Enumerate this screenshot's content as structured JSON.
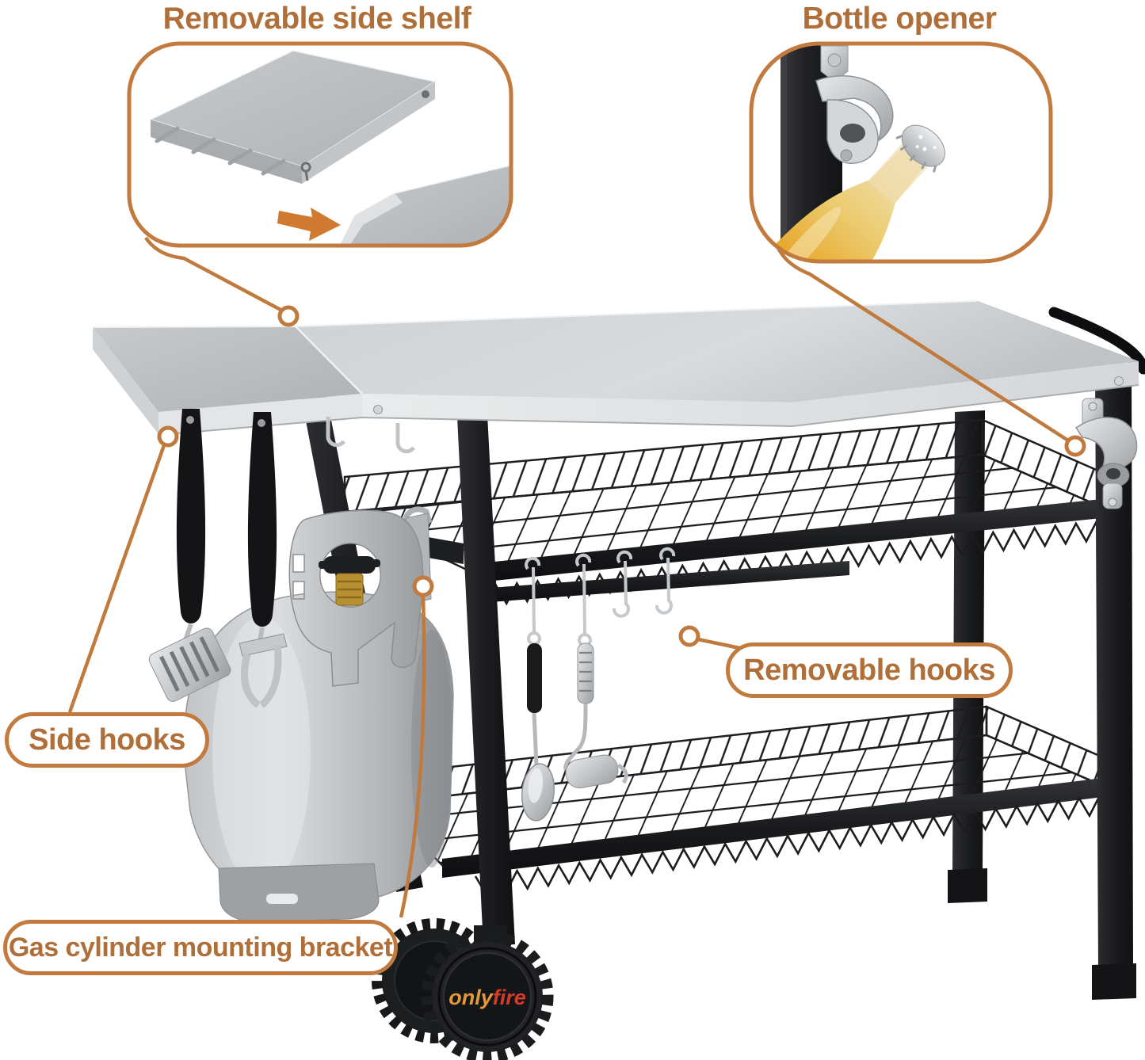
{
  "accent": {
    "border_color": "#c27a3e",
    "text_color": "#b06f38",
    "line_color": "#c07a3e"
  },
  "callouts": {
    "side_shelf": {
      "title": "Removable side shelf"
    },
    "bottle_opener": {
      "title": "Bottle opener"
    },
    "side_hooks": {
      "label": "Side hooks"
    },
    "removable_hooks": {
      "label": "Removable hooks"
    },
    "gas_bracket": {
      "label": "Gas cylinder mounting bracket"
    }
  },
  "wheel_logo": {
    "part1": "only",
    "part1_color": "#e2993b",
    "part2": "fire",
    "part2_color": "#d23c28"
  }
}
